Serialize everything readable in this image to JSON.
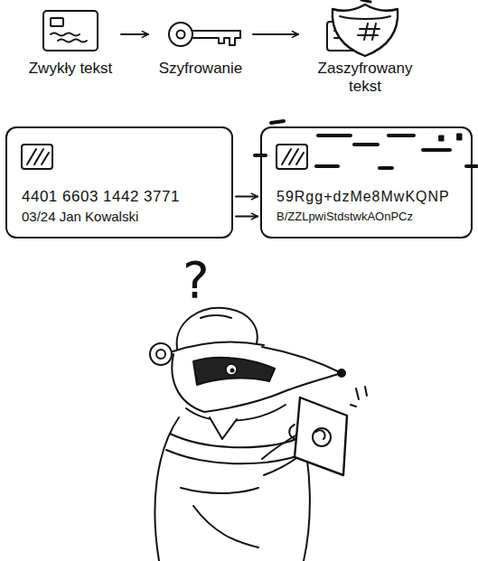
{
  "diagram": {
    "nodes": [
      {
        "text": [
          "Zwykły tekst"
        ]
      },
      {
        "text": [
          "Szyfrowanie"
        ]
      },
      {
        "text": [
          "Zaszyfrowany tekst"
        ]
      },
      {
        "text": [
          "4401 6603 1442 3771",
          "03/24 Jan Kowalski"
        ]
      },
      {
        "text": [
          "59Rgg+dzMe8MwKQNP",
          "B/ZZLpwiStdstwkAOnPCz"
        ]
      }
    ],
    "edges": [
      {
        "from": 0,
        "to": 1,
        "arrow": "to"
      },
      {
        "from": 1,
        "to": 2,
        "arrow": "to"
      },
      {
        "from": 3,
        "to": 4,
        "arrow": "to"
      },
      {
        "from": 3,
        "to": 4,
        "arrow": "to"
      }
    ],
    "labels": [
      "?"
    ]
  }
}
